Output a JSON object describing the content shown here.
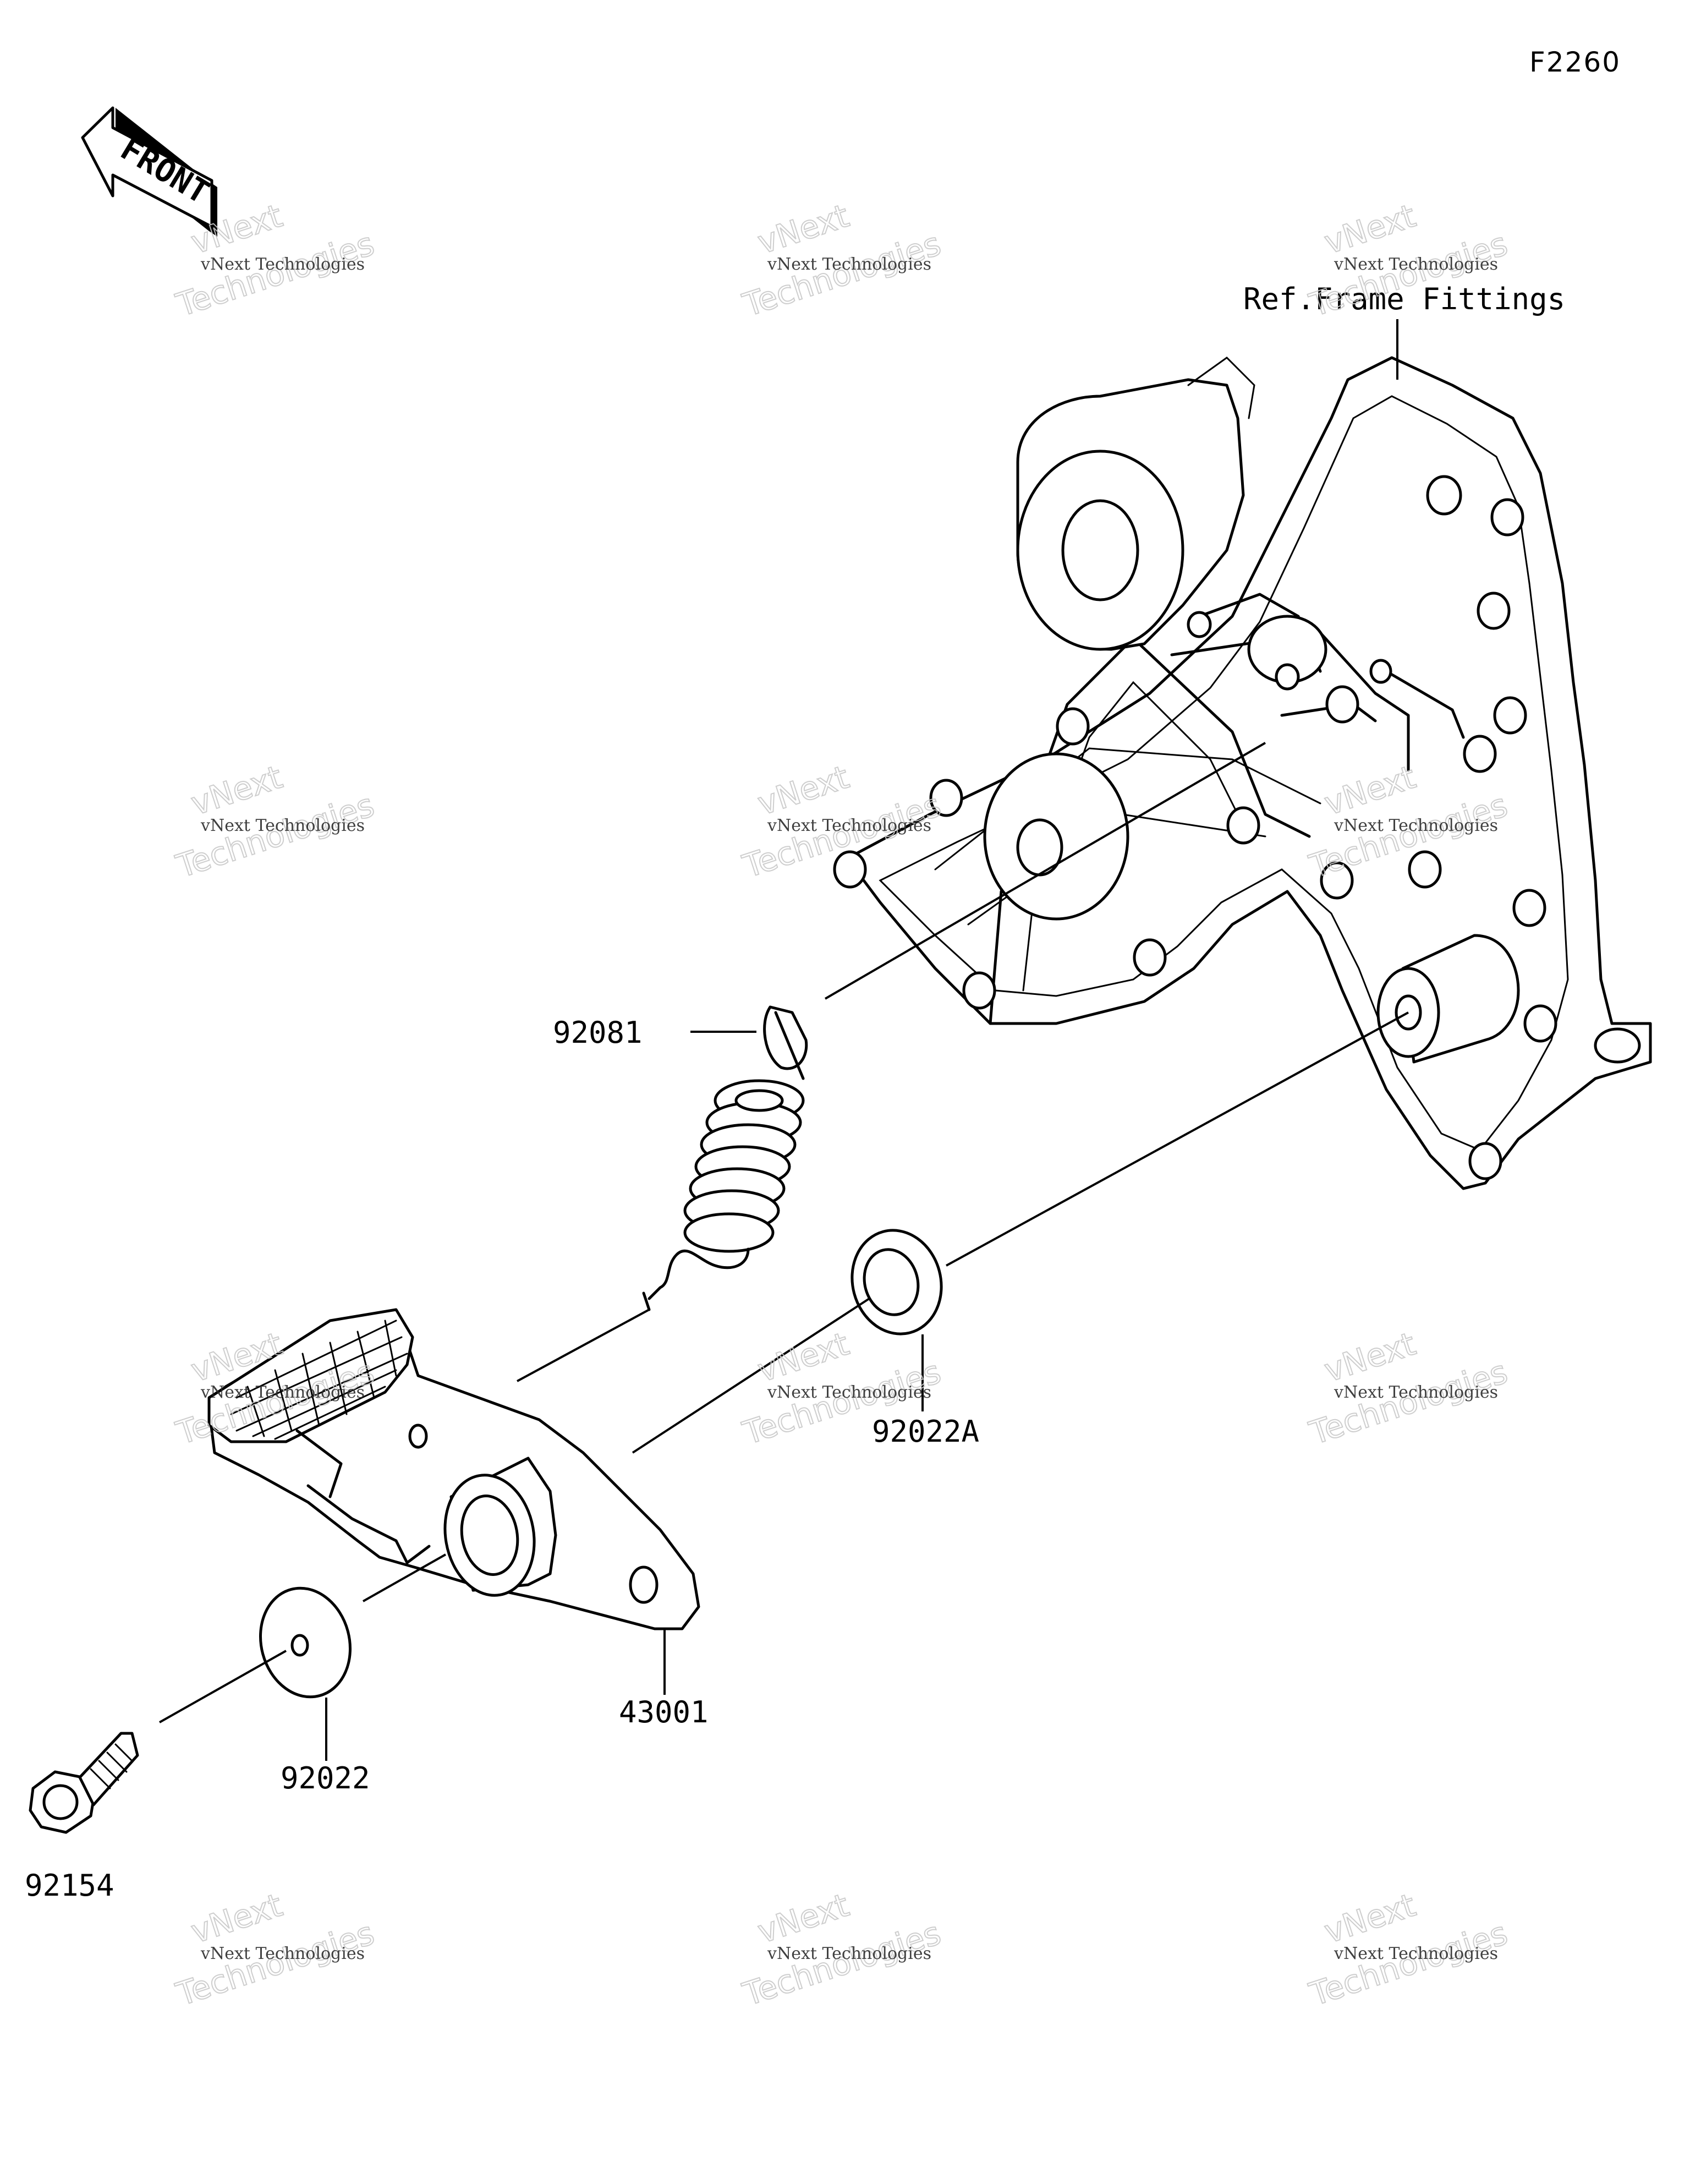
{
  "figure_code": "F2260",
  "front_label": "FRONT",
  "reference_label": "Ref.Frame Fittings",
  "watermark": {
    "line1": "vNext Technologies",
    "line2": "vNext",
    "line3": "Technologies"
  },
  "parts": [
    {
      "number": "92081"
    },
    {
      "number": "92022A"
    },
    {
      "number": "43001"
    },
    {
      "number": "92022"
    },
    {
      "number": "92154"
    }
  ]
}
